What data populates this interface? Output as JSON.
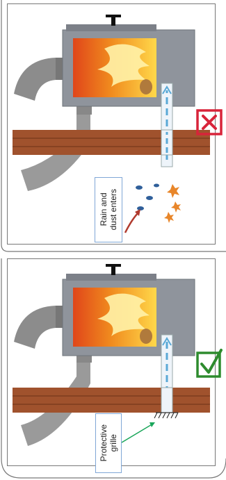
{
  "panels": [
    {
      "id": "without-grille",
      "status": "incorrect",
      "status_color": "#d8243a",
      "label_lines": [
        "Rain and",
        "dust enters"
      ]
    },
    {
      "id": "with-grille",
      "status": "correct",
      "status_color": "#2e8b2e",
      "label_lines": [
        "Protective",
        "grille"
      ]
    }
  ],
  "colors": {
    "pipe_gray": "#8c8c8c",
    "box_gray": "#8f949c",
    "brick": "#a0522d",
    "fire_orange": "#f08a1e",
    "fire_yellow": "#ffd84a",
    "air_blue": "#5aa9d6",
    "leaf_orange": "#e8862a",
    "drop_blue": "#2f5f9a",
    "arrow_red": "#b03a2e",
    "arrow_green": "#1aa65a"
  },
  "icons": [
    "cross-icon",
    "check-icon"
  ]
}
